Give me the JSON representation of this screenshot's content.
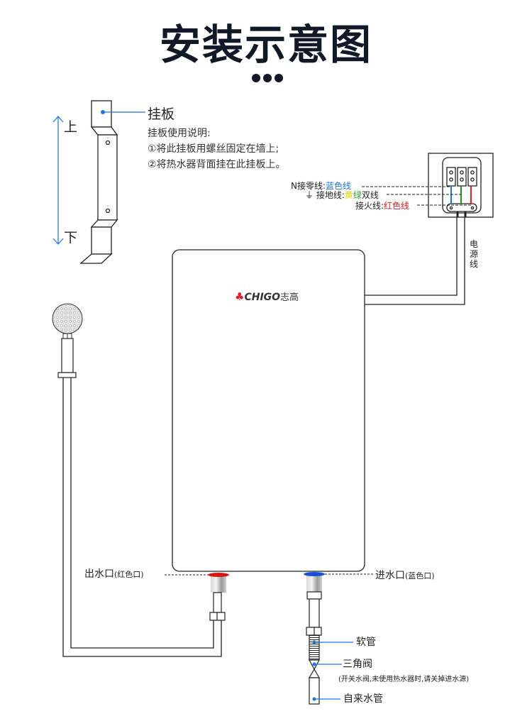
{
  "title": "安装示意图",
  "bracket": {
    "label": "挂板",
    "up_label": "上",
    "down_label": "下",
    "instructions_title": "挂板使用说明:",
    "instructions": [
      "①将此挂板用螺丝固定在墙上;",
      "②将热水器背面挂在此挂板上。"
    ]
  },
  "wiring": {
    "neutral_label": "N接零线:",
    "neutral_color_text": "蓝色线",
    "ground_symbol": "⏚",
    "ground_label": "接地线:",
    "ground_color_yellow": "黄",
    "ground_color_green": "绿",
    "ground_color_rest": "双线",
    "live_label": "接火线:",
    "live_color_text": "红色线",
    "power_cord_label": "电源线",
    "colors": {
      "neutral": "#1e74e6",
      "ground": "#2e8b1e",
      "live": "#e31b1b"
    }
  },
  "heater": {
    "brand_en": "CHIGO",
    "brand_cn": "志高",
    "brand_color": "#e32028"
  },
  "ports": {
    "outlet_label": "出水口",
    "outlet_note": "(红色口)",
    "outlet_color": "#d81818",
    "inlet_label": "进水口",
    "inlet_note": "(蓝色口)",
    "inlet_color": "#1a4fd6"
  },
  "plumbing": {
    "hose_label": "软管",
    "valve_label": "三角阀",
    "valve_note": "(开关水阀,未使用热水器时,请关掉进水源)",
    "supply_label": "自来水管"
  },
  "accent_color": "#1e74e6"
}
